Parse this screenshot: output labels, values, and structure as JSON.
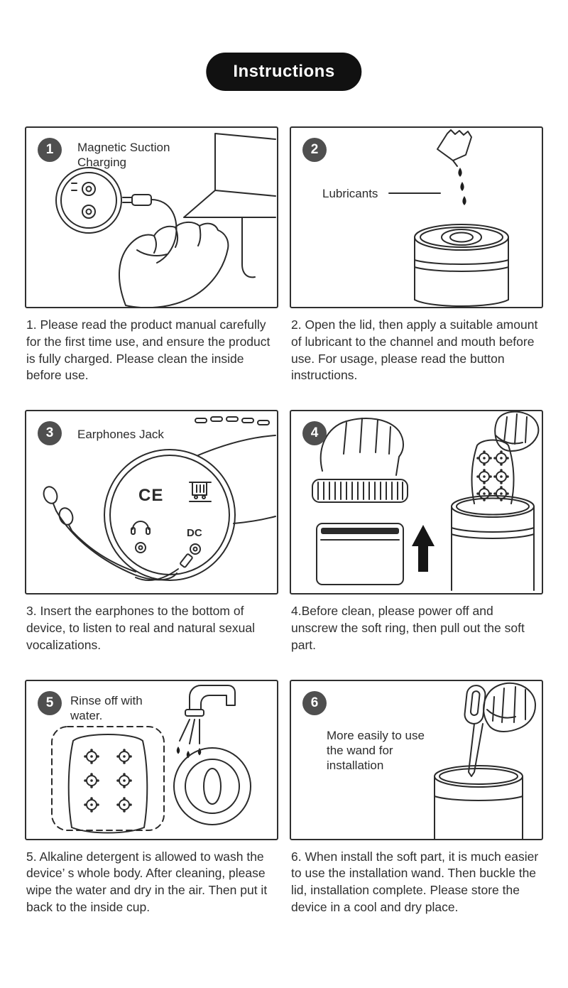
{
  "page": {
    "title": "Instructions"
  },
  "panels": [
    {
      "number": "1",
      "label": "Magnetic Suction Charging",
      "caption": "1. Please read the product manual carefully for the first time use, and ensure the product is fully charged. Please clean the inside before use."
    },
    {
      "number": "2",
      "label": "Lubricants",
      "caption": "2. Open the lid, then apply a suitable amount of lubricant to the channel and mouth before use. For usage, please read the button instructions."
    },
    {
      "number": "3",
      "label": "Earphones Jack",
      "caption": "3. Insert the earphones to the bottom of device, to listen to real and natural sexual vocalizations."
    },
    {
      "number": "4",
      "label": "",
      "caption": "4.Before clean, please power off and unscrew the soft ring, then pull out the soft part."
    },
    {
      "number": "5",
      "label": "Rinse off with water.",
      "caption": "5. Alkaline detergent is allowed to wash the device’ s whole body. After cleaning, please wipe the water and dry in the air. Then put it back to the inside cup."
    },
    {
      "number": "6",
      "label": "More easily to use the wand for installation",
      "caption": "6. When install the soft part, it is much easier to use the installation wand. Then buckle the lid, installation complete. Please store the device in a cool and dry place."
    }
  ],
  "device_markings": {
    "ce": "CE",
    "dc": "DC"
  },
  "colors": {
    "pill_bg": "#111111",
    "badge_bg": "#4f4f4f",
    "line": "#2b2b2b",
    "text": "#2f2f2f"
  }
}
